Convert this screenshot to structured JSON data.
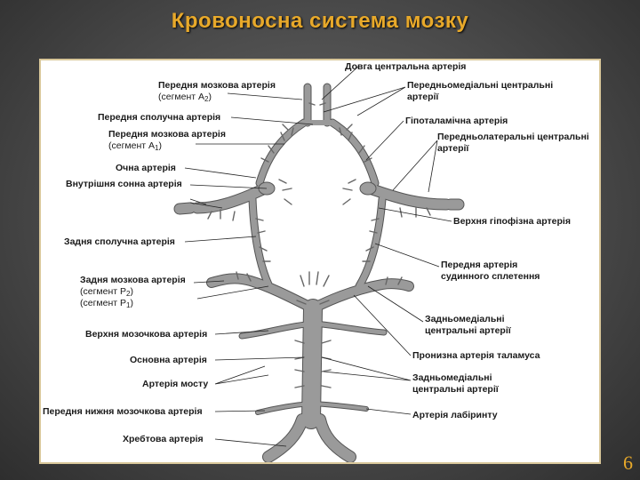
{
  "title": "Кровоносна система мозку",
  "page_number": "6",
  "labels": {
    "dovha": "Довга центральна артерія",
    "peredn_mozk_a2_1": "Передня мозкова артерія",
    "peredn_mozk_a2_2": "(сегмент А",
    "sub2": "2",
    "peredn_spoluchna": "Передня сполучна артерія",
    "peredn_mozk_a1_1": "Передня мозкова артерія",
    "peredn_mozk_a1_2": "(сегмент А",
    "sub1": "1",
    "ochna": "Очна артерія",
    "vnutr_sonna": "Внутрішня сонна артерія",
    "zadnia_spoluchna": "Задня сполучна артерія",
    "zadnia_mozk_1": "Задня мозкова артерія",
    "zadnia_mozk_2": "(сегмент Р",
    "zadnia_mozk_3": "(сегмент Р",
    "verkh_mozoch": "Верхня мозочкова артерія",
    "osnovna": "Основна артерія",
    "mostu": "Артерія мосту",
    "peredn_nyzh_mozoch": "Передня нижня мозочкова артерія",
    "khrebtova": "Хребтова артерія",
    "pm_central_1": "Передньомедіальні центральні",
    "pm_central_2": "артерії",
    "hipotal": "Гіпоталамічна артерія",
    "pl_central_1": "Передньолатеральні центральні",
    "pl_central_2": "артерії",
    "verkh_hipof": "Верхня гіпофізна артерія",
    "sud_splet_1": "Передня артерія",
    "sud_splet_2": "судинного сплетення",
    "zm_central_1": "Задньомедіальні",
    "zm_central_2": "центральні артерії",
    "pronyzna": "Пронизна артерія таламуса",
    "zm_central2_1": "Задньомедіальні",
    "zm_central2_2": "центральні артерії",
    "labirynt": "Артерія лабіринту"
  }
}
